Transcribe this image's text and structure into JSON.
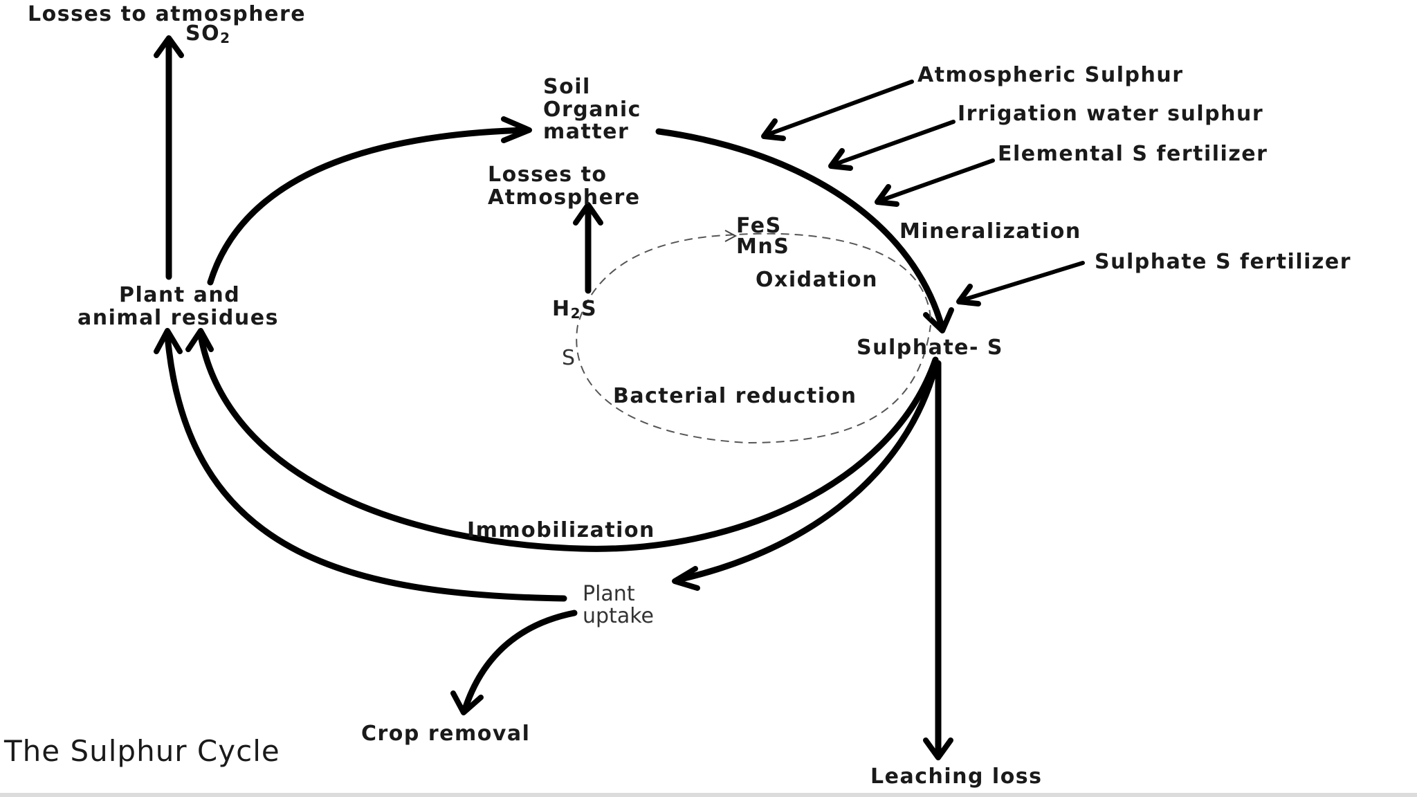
{
  "diagram": {
    "title": "The Sulphur Cycle",
    "nodes": {
      "losses_atm_so2_line1": "Losses to atmosphere",
      "losses_atm_so2_line2_a": "SO",
      "losses_atm_so2_line2_sub": "2",
      "soil_om_line1": "Soil",
      "soil_om_line2": "Organic",
      "soil_om_line3": "matter",
      "losses_atm_inner_line1": "Losses to",
      "losses_atm_inner_line2": "Atmosphere",
      "plant_animal_line1": "Plant and",
      "plant_animal_line2": "animal residues",
      "h2s_a": "H",
      "h2s_sub": "2",
      "h2s_b": "S",
      "s_elemental": "S",
      "fes": "FeS",
      "mns": "MnS",
      "sulphate_s": "Sulphate- S",
      "plant_uptake_line1": "Plant",
      "plant_uptake_line2": "uptake",
      "crop_removal": "Crop removal",
      "leaching_loss": "Leaching loss"
    },
    "inputs": {
      "atmospheric": "Atmospheric Sulphur",
      "irrigation": "Irrigation water sulphur",
      "elemental": "Elemental S fertilizer",
      "sulphate_fert": "Sulphate S fertilizer"
    },
    "processes": {
      "mineralization": "Mineralization",
      "oxidation": "Oxidation",
      "bacterial_reduction": "Bacterial reduction",
      "immobilization": "Immobilization"
    }
  }
}
